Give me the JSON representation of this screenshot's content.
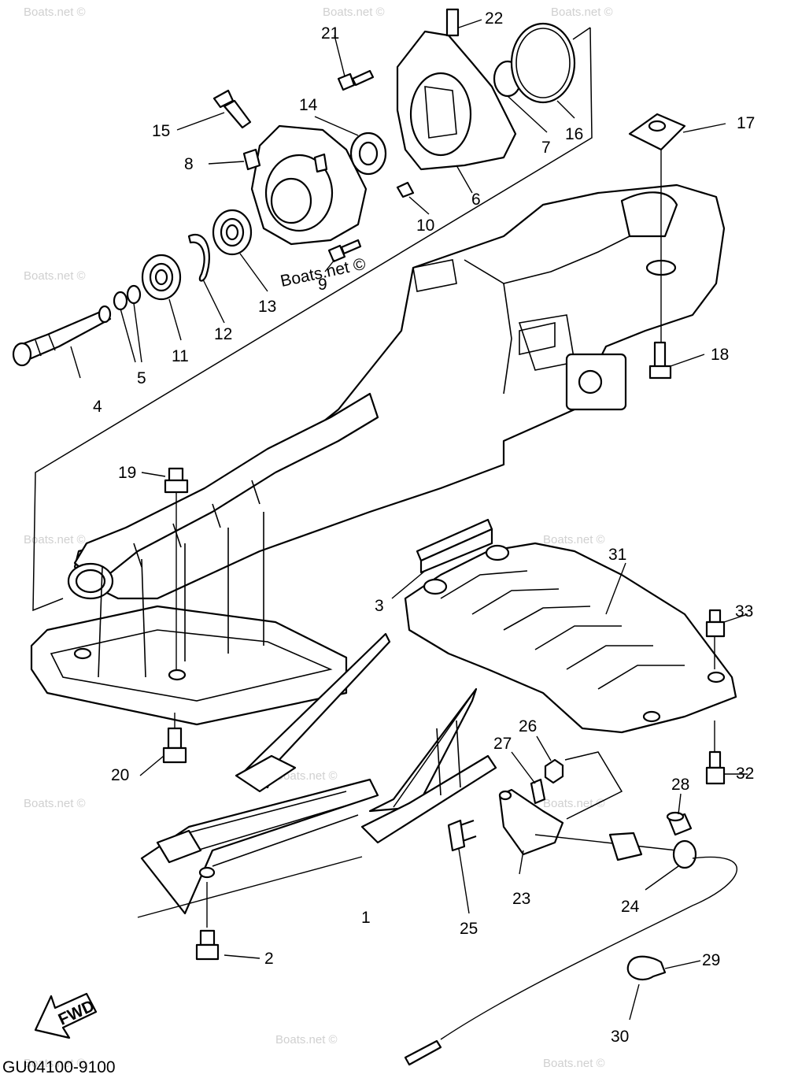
{
  "diagram": {
    "code": "GU04100-9100",
    "direction_label": "FWD",
    "watermark": "Boats.net ©",
    "watermark_inline": "Boats.net ©",
    "callouts": [
      "1",
      "2",
      "3",
      "4",
      "5",
      "6",
      "7",
      "8",
      "9",
      "10",
      "11",
      "12",
      "13",
      "14",
      "15",
      "16",
      "17",
      "18",
      "19",
      "20",
      "21",
      "22",
      "23",
      "24",
      "25",
      "26",
      "27",
      "28",
      "29",
      "30",
      "31",
      "32",
      "33"
    ]
  }
}
